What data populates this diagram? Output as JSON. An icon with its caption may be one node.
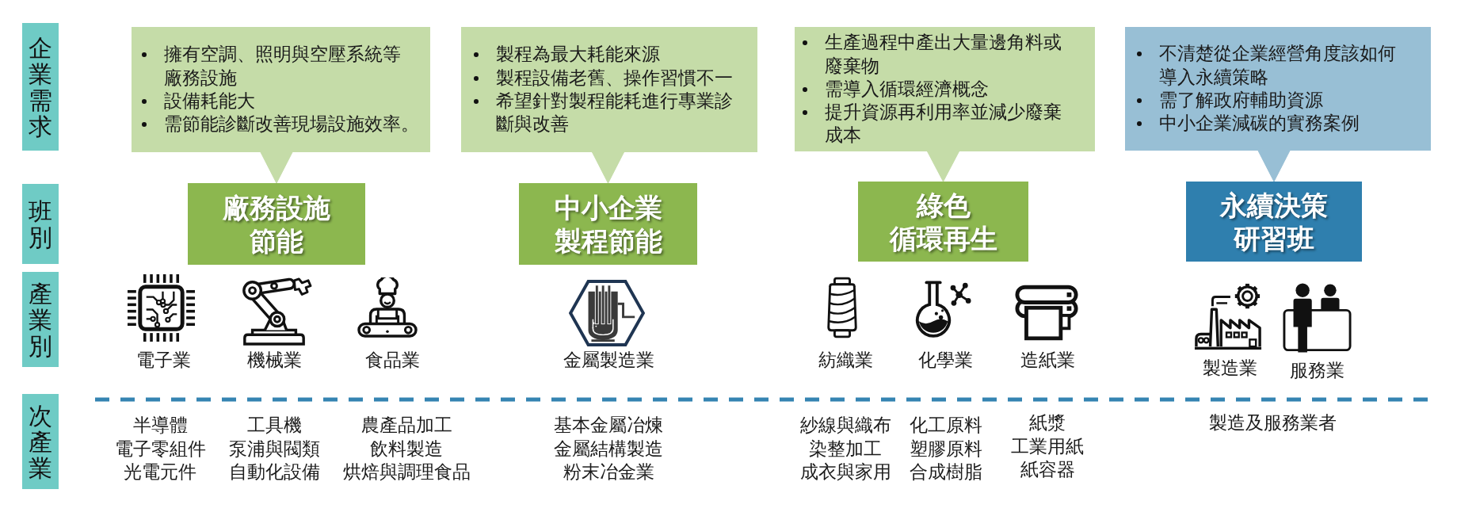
{
  "diagram": {
    "nodes": [
      {
        "text": [
          "企業需求"
        ]
      },
      {
        "text": [
          "擁有空調、照明與空壓系統等廠務設施",
          "設備耗能大",
          "需節能診斷改善現場設施效率。"
        ]
      },
      {
        "text": [
          "製程為最大耗能來源",
          "製程設備老舊、操作習慣不一",
          "希望針對製程能耗進行專業診斷與改善"
        ]
      },
      {
        "text": [
          "生產過程中產出大量邊角料或廢棄物",
          "需導入循環經濟概念",
          "提升資源再利用率並減少廢棄成本"
        ]
      },
      {
        "text": [
          "不清楚從企業經營角度該如何導入永續策略",
          "需了解政府輔助資源",
          "中小企業減碳的實務案例"
        ]
      },
      {
        "text": [
          "班別"
        ]
      },
      {
        "text": [
          "廠務設施節能"
        ]
      },
      {
        "text": [
          "中小企業製程節能"
        ]
      },
      {
        "text": [
          "綠色循環再生"
        ]
      },
      {
        "text": [
          "永續決策研習班"
        ]
      },
      {
        "text": [
          "產業別"
        ]
      },
      {
        "text": [
          "次產業"
        ]
      }
    ],
    "edges": [
      {
        "from": 1,
        "to": 6,
        "arrow": "to"
      },
      {
        "from": 2,
        "to": 7,
        "arrow": "to"
      },
      {
        "from": 3,
        "to": 8,
        "arrow": "to"
      },
      {
        "from": 4,
        "to": 9,
        "arrow": "to",
        "color": "#98bfd5"
      }
    ],
    "labels": [
      "電子業",
      "機械業",
      "食品業",
      "金屬製造業",
      "紡織業",
      "化學業",
      "造紙業",
      "製造業",
      "服務業",
      "半導體",
      "電子零組件",
      "光電元件",
      "工具機",
      "泵浦與閥類",
      "自動化設備",
      "農產品加工",
      "飲料製造",
      "烘焙與調理食品",
      "基本金屬冶煉",
      "金屬結構製造",
      "粉末冶金業",
      "紗線與織布",
      "染整加工",
      "成衣與家用",
      "化工原料",
      "塑膠原料",
      "合成樹脂",
      "紙漿",
      "工業用紙",
      "紙容器",
      "製造及服務業者"
    ]
  }
}
